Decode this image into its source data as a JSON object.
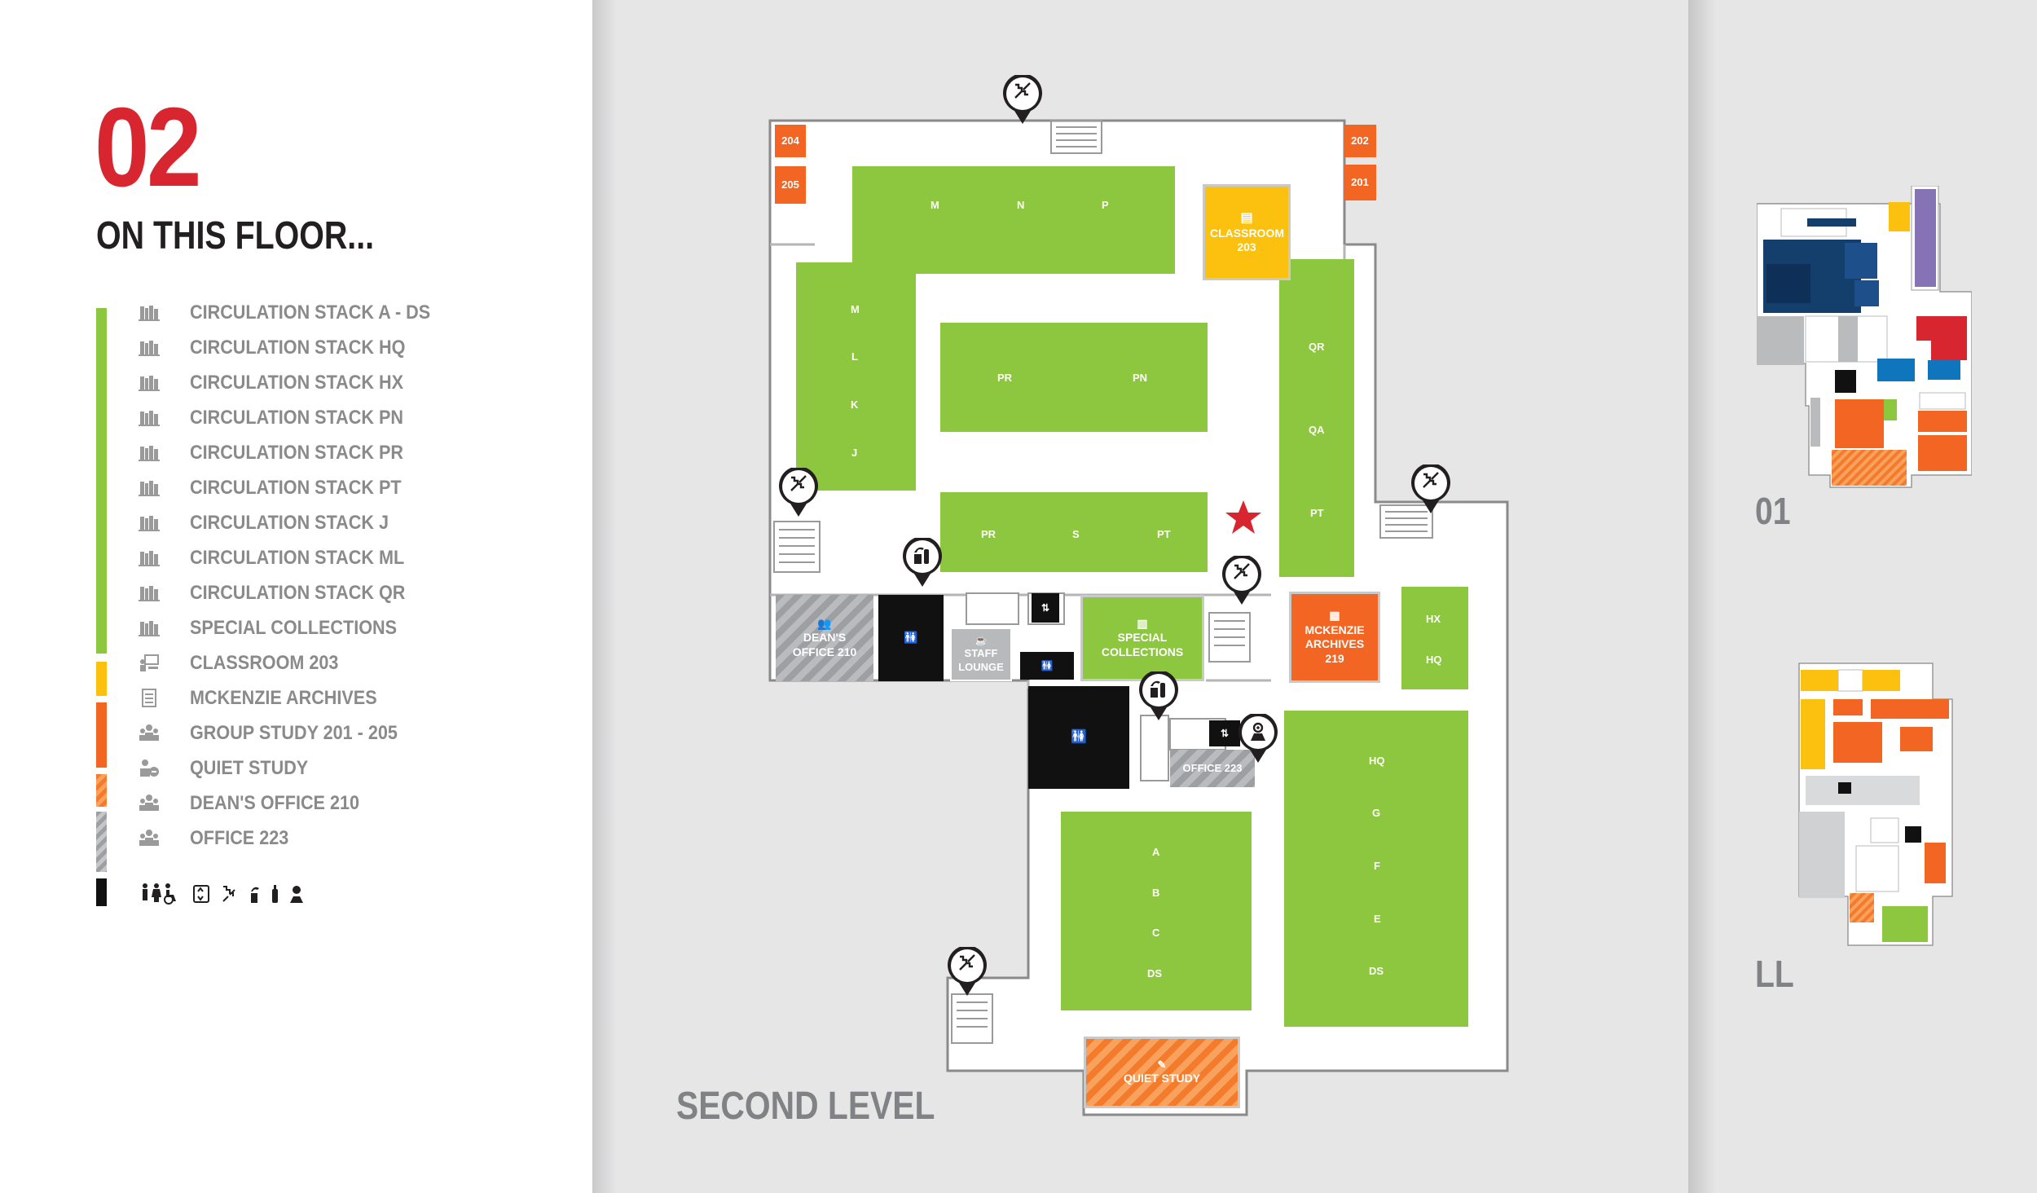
{
  "floor": {
    "number": "02",
    "heading": "ON THIS FLOOR...",
    "map_title": "SECOND LEVEL"
  },
  "legend": [
    {
      "label": "CIRCULATION STACK A - DS",
      "icon": "bookshelf-icon"
    },
    {
      "label": "CIRCULATION STACK HQ",
      "icon": "bookshelf-icon"
    },
    {
      "label": "CIRCULATION STACK HX",
      "icon": "bookshelf-icon"
    },
    {
      "label": "CIRCULATION STACK PN",
      "icon": "bookshelf-icon"
    },
    {
      "label": "CIRCULATION STACK PR",
      "icon": "bookshelf-icon"
    },
    {
      "label": "CIRCULATION STACK PT",
      "icon": "bookshelf-icon"
    },
    {
      "label": "CIRCULATION STACK J",
      "icon": "bookshelf-icon"
    },
    {
      "label": "CIRCULATION STACK ML",
      "icon": "bookshelf-icon"
    },
    {
      "label": "CIRCULATION STACK QR",
      "icon": "bookshelf-icon"
    },
    {
      "label": "SPECIAL COLLECTIONS",
      "icon": "bookshelf-icon"
    },
    {
      "label": "CLASSROOM 203",
      "icon": "classroom-icon"
    },
    {
      "label": "MCKENZIE ARCHIVES",
      "icon": "document-icon"
    },
    {
      "label": "GROUP STUDY 201 - 205",
      "icon": "group-icon"
    },
    {
      "label": "QUIET STUDY",
      "icon": "quiet-study-icon"
    },
    {
      "label": "DEAN'S OFFICE 210",
      "icon": "group-icon"
    },
    {
      "label": "OFFICE 223",
      "icon": "group-icon"
    }
  ],
  "legend_colors": {
    "green": "#8dc63f",
    "yellow": "#fcc00f",
    "orange": "#f26522",
    "grey": "#9d9fa2",
    "black": "#111111",
    "accent_red": "#d7262f"
  },
  "amenity_icons": [
    "restroom-icon",
    "elevator-icon",
    "stairs-icon",
    "water-fountain-icon",
    "fire-extinguisher-icon",
    "you-are-here-icon"
  ],
  "rooms": {
    "r204": "204",
    "r205": "205",
    "r202": "202",
    "r201": "201",
    "classroom": "CLASSROOM 203",
    "deans": "DEAN'S OFFICE 210",
    "staff": "STAFF LOUNGE",
    "special": "SPECIAL COLLECTIONS",
    "mckenzie": "MCKENZIE ARCHIVES 219",
    "office223": "OFFICE 223",
    "quiet": "QUIET STUDY"
  },
  "stack_letters": {
    "top": [
      "M",
      "N",
      "P"
    ],
    "left": [
      "M",
      "L",
      "K",
      "J"
    ],
    "middle": [
      "PR",
      "PN"
    ],
    "lower": [
      "PR",
      "S",
      "PT"
    ],
    "right": [
      "QR",
      "QA",
      "PT"
    ],
    "hx": [
      "HX",
      "HQ"
    ],
    "big_right": [
      "HQ",
      "G",
      "F",
      "E",
      "DS"
    ],
    "big_left": [
      "A",
      "B",
      "C",
      "DS"
    ]
  },
  "other_levels": [
    {
      "label": "01"
    },
    {
      "label": "LL"
    }
  ]
}
